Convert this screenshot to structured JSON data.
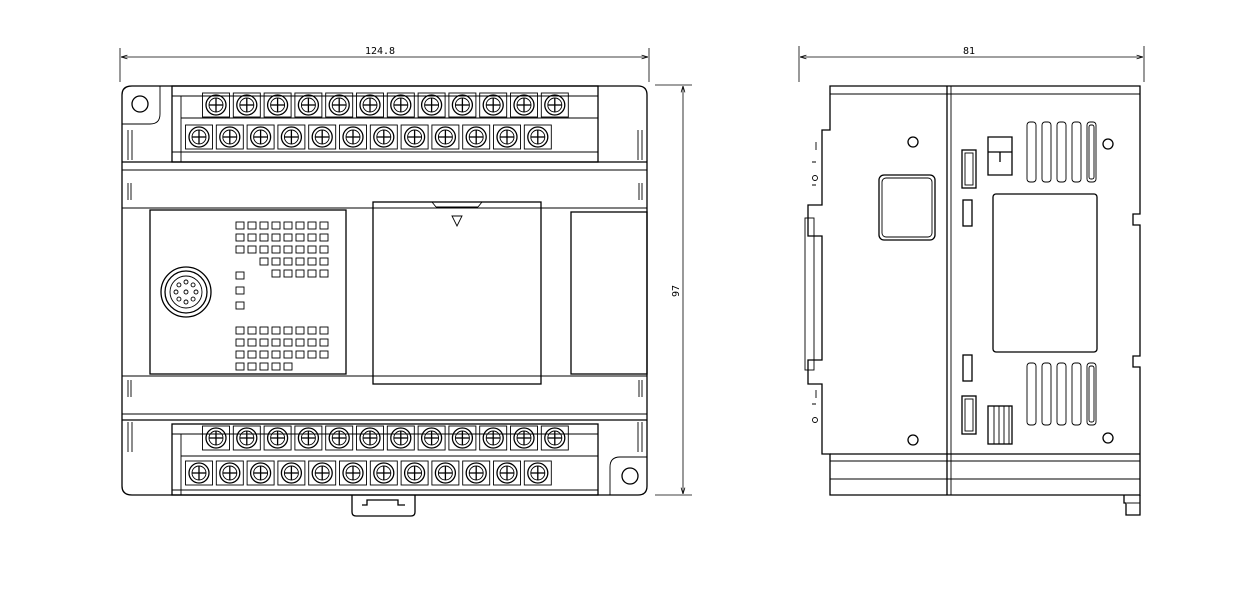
{
  "dimensions": {
    "front_width": "124.8",
    "front_height": "97",
    "side_depth": "81"
  }
}
